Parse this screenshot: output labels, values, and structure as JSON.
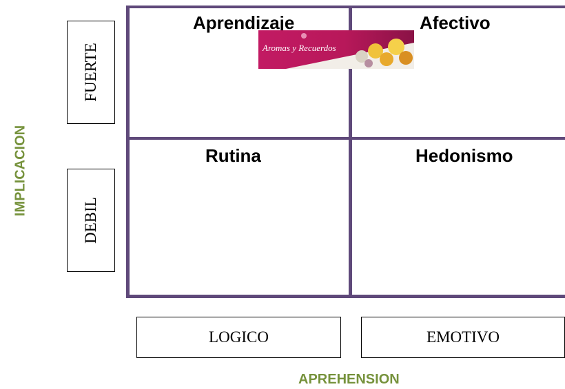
{
  "y_axis": {
    "title": "IMPLICACION",
    "levels": [
      "FUERTE",
      "DEBIL"
    ]
  },
  "x_axis": {
    "title": "APREHENSION",
    "categories": [
      "LOGICO",
      "EMOTIVO"
    ]
  },
  "quadrants": {
    "top_left": "Aprendizaje",
    "top_right": "Afectivo",
    "bottom_left": "Rutina",
    "bottom_right": "Hedonismo"
  },
  "logo": {
    "text": "Aromas y Recuerdos"
  },
  "colors": {
    "grid": "#5f497a",
    "axis_title": "#76923c",
    "logo_bg": "#c21a63"
  }
}
